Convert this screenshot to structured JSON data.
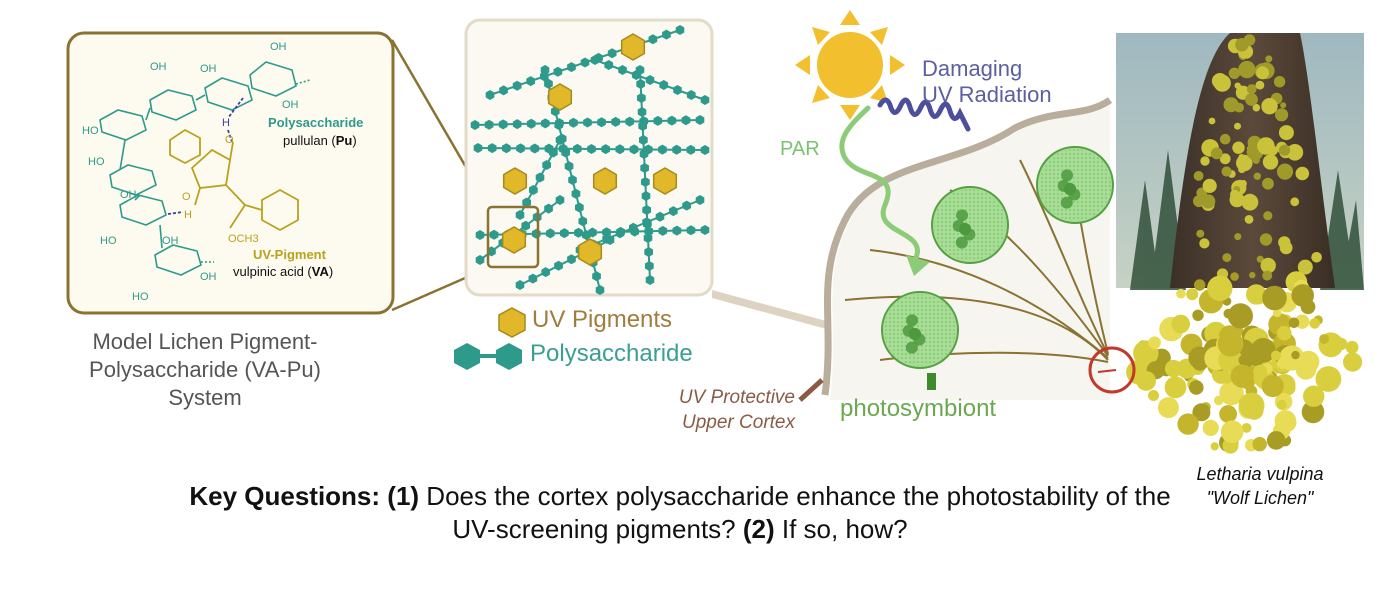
{
  "structure": {
    "polysaccharide_label": "Polysaccharide",
    "pullulan_prefix": "pullulan (",
    "pullulan_abbr": "Pu",
    "pullulan_suffix": ")",
    "pigment_label": "UV-Pigment",
    "vulpinic_prefix": "vulpinic acid (",
    "vulpinic_abbr": "VA",
    "vulpinic_suffix": ")",
    "atoms": {
      "oh": "OH",
      "ho": "HO",
      "o": "O",
      "h": "H",
      "och3": "OCH3"
    }
  },
  "model_caption": {
    "line1": "Model Lichen Pigment-",
    "line2": "Polysaccharide (VA-Pu)",
    "line3": "System"
  },
  "legend": {
    "pigments": "UV Pigments",
    "polysaccharide": "Polysaccharide"
  },
  "labels": {
    "damaging_line1": "Damaging",
    "damaging_line2": "UV Radiation",
    "par": "PAR",
    "cortex_line1": "UV Protective",
    "cortex_line2": "Upper Cortex",
    "photosymbiont": "photosymbiont",
    "lichen_line1": "Letharia vulpina",
    "lichen_line2": "\"Wolf Lichen\""
  },
  "question": {
    "lead": "Key Questions:",
    "q1_num": "(1)",
    "q1_text": " Does the cortex polysaccharide enhance the photostability of the UV-screening pigments? ",
    "q2_num": "(2)",
    "q2_text": " If so, how?"
  },
  "colors": {
    "frame_gold": "#8a7232",
    "panel_bg": "#fdfbef",
    "teal": "#2e9a8c",
    "pigment": "#e0b82a",
    "olive": "#a89a1a",
    "sun": "#f2bf2e",
    "uv": "#4b4f9c",
    "par": "#86c46f",
    "cortex": "#b9ad9c",
    "chloroplast": "#8fd17f",
    "lichen": "#c9c23a",
    "red_circle": "#c0392b"
  }
}
